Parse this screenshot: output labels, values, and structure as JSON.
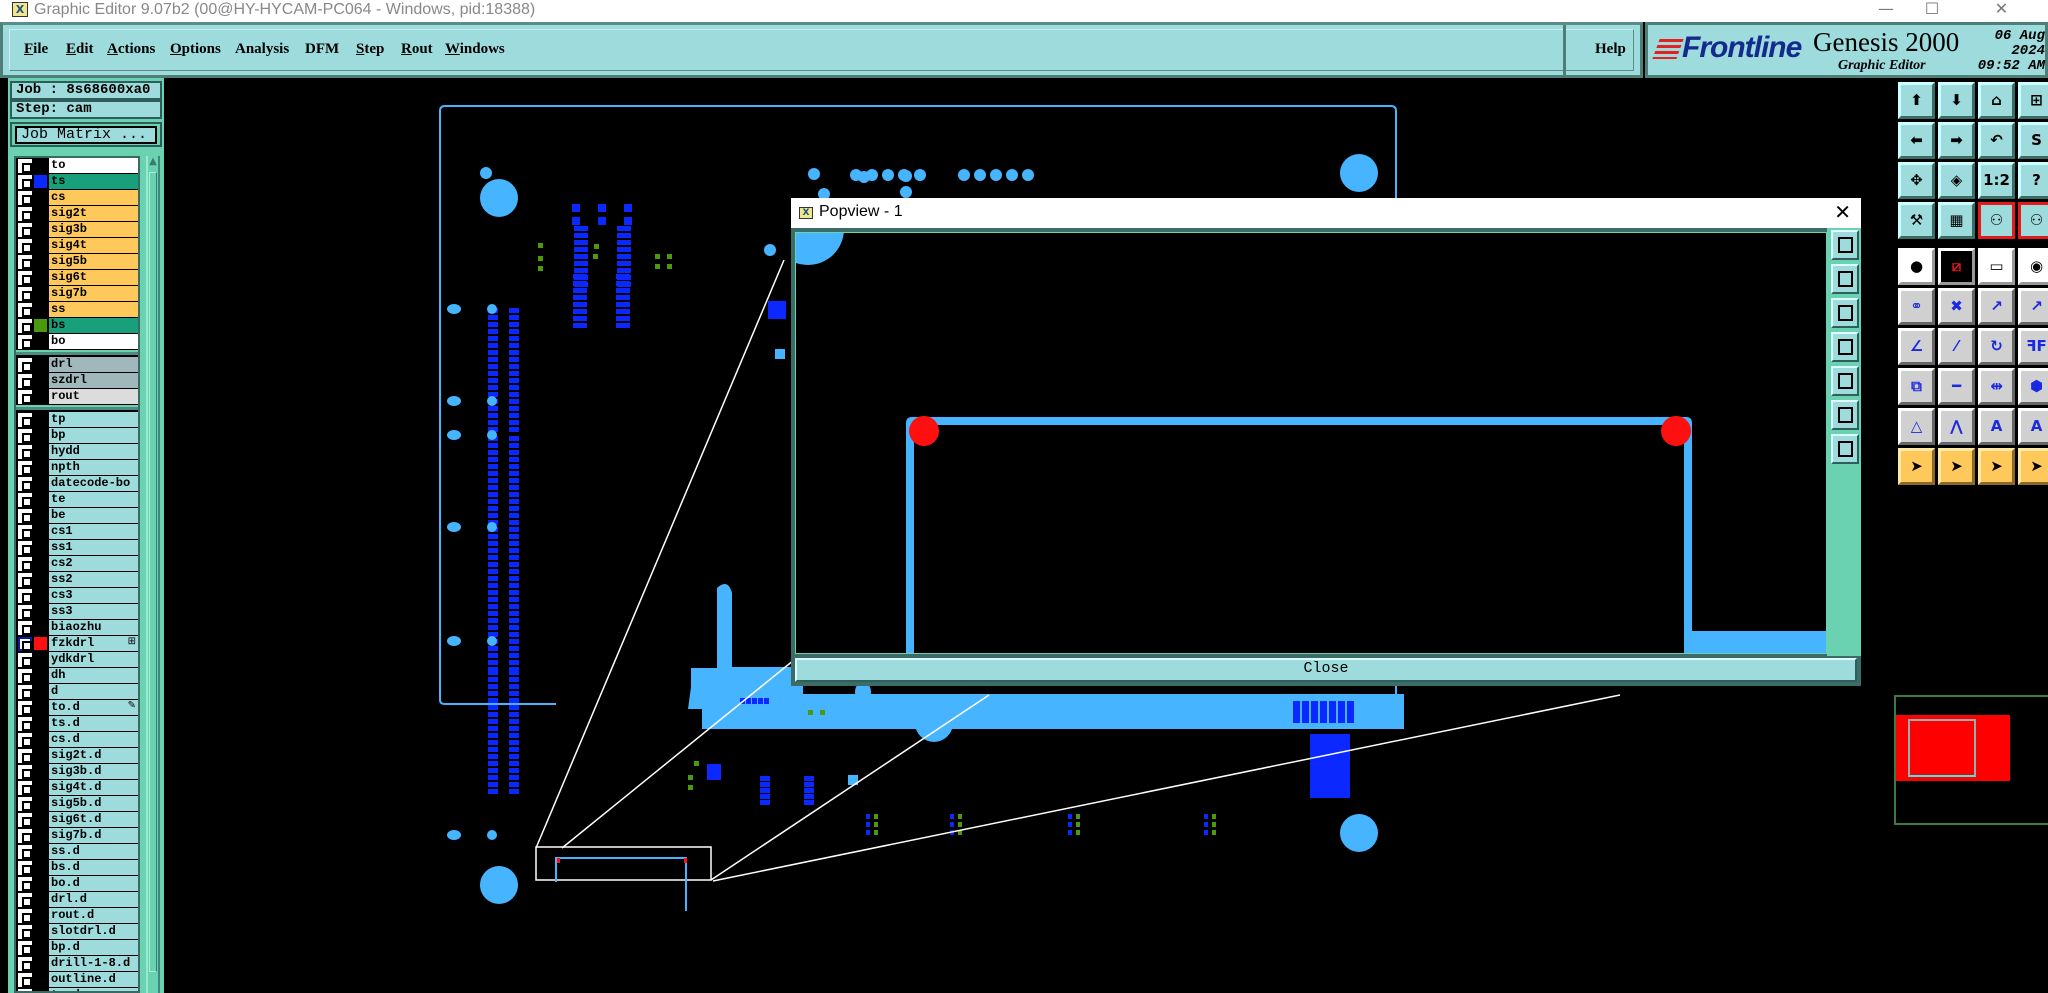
{
  "window": {
    "title": "Graphic Editor 9.07b2 (00@HY-HYCAM-PC064 - Windows, pid:18388)",
    "minimize": "—",
    "maximize": "☐",
    "close": "✕"
  },
  "menu": {
    "items": [
      {
        "label": "File",
        "underline": "F"
      },
      {
        "label": "Edit",
        "underline": "E"
      },
      {
        "label": "Actions",
        "underline": "A"
      },
      {
        "label": "Options",
        "underline": "O"
      },
      {
        "label": "Analysis",
        "underline": ""
      },
      {
        "label": "DFM",
        "underline": ""
      },
      {
        "label": "Step",
        "underline": "S"
      },
      {
        "label": "Rout",
        "underline": "R"
      },
      {
        "label": "Windows",
        "underline": "W"
      }
    ],
    "help": "Help"
  },
  "brand": {
    "logo": "Frontline",
    "product": "Genesis 2000",
    "subtitle": "Graphic Editor",
    "date": "06 Aug 2024",
    "time": "09:52 AM"
  },
  "job": {
    "job_label": "Job : 8s68600xa0",
    "step_label": "Step: cam",
    "matrix_button": "Job Matrix ..."
  },
  "layers": {
    "board": [
      {
        "name": "to",
        "bg": "#ffffff",
        "swatch": ""
      },
      {
        "name": "ts",
        "bg": "#18a07a",
        "swatch": "#0a28ff"
      },
      {
        "name": "cs",
        "bg": "#ffc85a",
        "swatch": ""
      },
      {
        "name": "sig2t",
        "bg": "#ffc85a",
        "swatch": ""
      },
      {
        "name": "sig3b",
        "bg": "#ffc85a",
        "swatch": ""
      },
      {
        "name": "sig4t",
        "bg": "#ffc85a",
        "swatch": ""
      },
      {
        "name": "sig5b",
        "bg": "#ffc85a",
        "swatch": ""
      },
      {
        "name": "sig6t",
        "bg": "#ffc85a",
        "swatch": ""
      },
      {
        "name": "sig7b",
        "bg": "#ffc85a",
        "swatch": ""
      },
      {
        "name": "ss",
        "bg": "#ffc85a",
        "swatch": ""
      },
      {
        "name": "bs",
        "bg": "#18a07a",
        "swatch": "#4a9a10"
      },
      {
        "name": "bo",
        "bg": "#ffffff",
        "swatch": ""
      }
    ],
    "drill": [
      {
        "name": "drl",
        "bg": "#a0b8bc",
        "swatch": ""
      },
      {
        "name": "szdrl",
        "bg": "#a0b8bc",
        "swatch": ""
      },
      {
        "name": "rout",
        "bg": "#dcdcdc",
        "swatch": ""
      }
    ],
    "misc": [
      {
        "name": "tp",
        "bg": "#9edbdc",
        "swatch": ""
      },
      {
        "name": "bp",
        "bg": "#9edbdc",
        "swatch": ""
      },
      {
        "name": "hydd",
        "bg": "#9edbdc",
        "swatch": ""
      },
      {
        "name": "npth",
        "bg": "#9edbdc",
        "swatch": ""
      },
      {
        "name": "datecode-bo",
        "bg": "#9edbdc",
        "swatch": ""
      },
      {
        "name": "te",
        "bg": "#9edbdc",
        "swatch": ""
      },
      {
        "name": "be",
        "bg": "#9edbdc",
        "swatch": ""
      },
      {
        "name": "cs1",
        "bg": "#9edbdc",
        "swatch": ""
      },
      {
        "name": "ss1",
        "bg": "#9edbdc",
        "swatch": ""
      },
      {
        "name": "cs2",
        "bg": "#9edbdc",
        "swatch": ""
      },
      {
        "name": "ss2",
        "bg": "#9edbdc",
        "swatch": ""
      },
      {
        "name": "cs3",
        "bg": "#9edbdc",
        "swatch": ""
      },
      {
        "name": "ss3",
        "bg": "#9edbdc",
        "swatch": ""
      },
      {
        "name": "biaozhu",
        "bg": "#9edbdc",
        "swatch": ""
      },
      {
        "name": "fzkdrl",
        "bg": "#9edbdc",
        "swatch": "#ff1010",
        "mark": "⊞",
        "active": true
      },
      {
        "name": "ydkdrl",
        "bg": "#9edbdc",
        "swatch": ""
      },
      {
        "name": "dh",
        "bg": "#9edbdc",
        "swatch": ""
      },
      {
        "name": "d",
        "bg": "#9edbdc",
        "swatch": ""
      },
      {
        "name": "to.d",
        "bg": "#9edbdc",
        "swatch": "",
        "mark": "✎"
      },
      {
        "name": "ts.d",
        "bg": "#9edbdc",
        "swatch": ""
      },
      {
        "name": "cs.d",
        "bg": "#9edbdc",
        "swatch": ""
      },
      {
        "name": "sig2t.d",
        "bg": "#9edbdc",
        "swatch": ""
      },
      {
        "name": "sig3b.d",
        "bg": "#9edbdc",
        "swatch": ""
      },
      {
        "name": "sig4t.d",
        "bg": "#9edbdc",
        "swatch": ""
      },
      {
        "name": "sig5b.d",
        "bg": "#9edbdc",
        "swatch": ""
      },
      {
        "name": "sig6t.d",
        "bg": "#9edbdc",
        "swatch": ""
      },
      {
        "name": "sig7b.d",
        "bg": "#9edbdc",
        "swatch": ""
      },
      {
        "name": "ss.d",
        "bg": "#9edbdc",
        "swatch": ""
      },
      {
        "name": "bs.d",
        "bg": "#9edbdc",
        "swatch": ""
      },
      {
        "name": "bo.d",
        "bg": "#9edbdc",
        "swatch": ""
      },
      {
        "name": "drl.d",
        "bg": "#9edbdc",
        "swatch": ""
      },
      {
        "name": "rout.d",
        "bg": "#9edbdc",
        "swatch": ""
      },
      {
        "name": "slotdrl.d",
        "bg": "#9edbdc",
        "swatch": ""
      },
      {
        "name": "bp.d",
        "bg": "#9edbdc",
        "swatch": ""
      },
      {
        "name": "drill-1-8.d",
        "bg": "#9edbdc",
        "swatch": ""
      },
      {
        "name": "outline.d",
        "bg": "#9edbdc",
        "swatch": ""
      },
      {
        "name": "tp.d",
        "bg": "#9edbdc",
        "swatch": ""
      }
    ]
  },
  "popview": {
    "title": "Popview - 1",
    "close_label": "Close",
    "tools": [
      "zoom-window-icon",
      "pan-up-icon",
      "pan-down-icon",
      "pan-left-icon",
      "pan-right-icon",
      "zoom-in-icon",
      "zoom-out-icon"
    ]
  },
  "right_toolbar": {
    "rows": [
      [
        {
          "icon": "pan-up-icon",
          "style": "teal",
          "glyph": "⬆"
        },
        {
          "icon": "pan-down-icon",
          "style": "teal",
          "glyph": "⬇"
        },
        {
          "icon": "home-icon",
          "style": "teal",
          "glyph": "⌂"
        },
        {
          "icon": "grid-xy-icon",
          "style": "teal",
          "glyph": "⊞"
        }
      ],
      [
        {
          "icon": "pan-left-icon",
          "style": "teal",
          "glyph": "⬅"
        },
        {
          "icon": "pan-right-icon",
          "style": "teal",
          "glyph": "➡"
        },
        {
          "icon": "undo-view-icon",
          "style": "teal",
          "glyph": "↶"
        },
        {
          "icon": "snake-route-icon",
          "style": "teal",
          "glyph": "S"
        }
      ],
      [
        {
          "icon": "zoom-fit-icon",
          "style": "teal",
          "glyph": "✥"
        },
        {
          "icon": "zoom-center-icon",
          "style": "teal",
          "glyph": "◈"
        },
        {
          "icon": "scale-1-2-icon",
          "style": "teal",
          "glyph": "1:2"
        },
        {
          "icon": "help-icon",
          "style": "teal",
          "glyph": "?"
        }
      ],
      [
        {
          "icon": "tools-icon",
          "style": "teal",
          "glyph": "⚒"
        },
        {
          "icon": "grid-icon",
          "style": "teal",
          "glyph": "▦"
        },
        {
          "icon": "net-connect-icon",
          "style": "teal red",
          "glyph": "⚇"
        },
        {
          "icon": "net-check-icon",
          "style": "teal red",
          "glyph": "⚇"
        }
      ],
      [
        {
          "icon": "add-pad-icon",
          "style": "white",
          "glyph": "●"
        },
        {
          "icon": "measure-pair-icon",
          "style": "black",
          "glyph": "⧄"
        },
        {
          "icon": "ruler-icon",
          "style": "white",
          "glyph": "▭"
        },
        {
          "icon": "pad-select-icon",
          "style": "white",
          "glyph": "◉"
        }
      ],
      [
        {
          "icon": "connect-nodes-icon",
          "style": "gray",
          "glyph": "⚭"
        },
        {
          "icon": "delete-feature-icon",
          "style": "gray",
          "glyph": "✖"
        },
        {
          "icon": "move-to-icon",
          "style": "gray",
          "glyph": "↗"
        },
        {
          "icon": "copy-to-icon",
          "style": "gray",
          "glyph": "↗"
        }
      ],
      [
        {
          "icon": "line-angle-icon",
          "style": "gray",
          "glyph": "∠"
        },
        {
          "icon": "line-stretch-icon",
          "style": "gray",
          "glyph": "⁄"
        },
        {
          "icon": "rotate-icon",
          "style": "gray",
          "glyph": "↻"
        },
        {
          "icon": "mirror-icon",
          "style": "gray",
          "glyph": "ꟻF"
        }
      ],
      [
        {
          "icon": "scale-pad-icon",
          "style": "gray",
          "glyph": "⧉"
        },
        {
          "icon": "line-segment-icon",
          "style": "gray",
          "glyph": "━"
        },
        {
          "icon": "distance-icon",
          "style": "gray",
          "glyph": "⇹"
        },
        {
          "icon": "pad-cluster-icon",
          "style": "gray",
          "glyph": "⬢"
        }
      ],
      [
        {
          "icon": "arc-small-icon",
          "style": "gray",
          "glyph": "△"
        },
        {
          "icon": "arc-chevron-icon",
          "style": "gray",
          "glyph": "⋀"
        },
        {
          "icon": "arc-bridge-icon",
          "style": "gray",
          "glyph": "A"
        },
        {
          "icon": "arc-cross-icon",
          "style": "gray",
          "glyph": "A"
        }
      ],
      [
        {
          "icon": "select-pointer-icon",
          "style": "orange",
          "glyph": "➤"
        },
        {
          "icon": "select-box-icon",
          "style": "orange",
          "glyph": "➤"
        },
        {
          "icon": "select-polygon-icon",
          "style": "orange",
          "glyph": "➤"
        },
        {
          "icon": "select-net-icon",
          "style": "orange",
          "glyph": "➤"
        }
      ]
    ]
  },
  "colors": {
    "panel_teal": "#9edbdc",
    "panel_green": "#6ad2b0",
    "copper_light": "#46b4ff",
    "copper_dark": "#0a28ff",
    "silk_green": "#4a9a10",
    "drill_red": "#ff1010",
    "canvas_bg": "#000000"
  }
}
